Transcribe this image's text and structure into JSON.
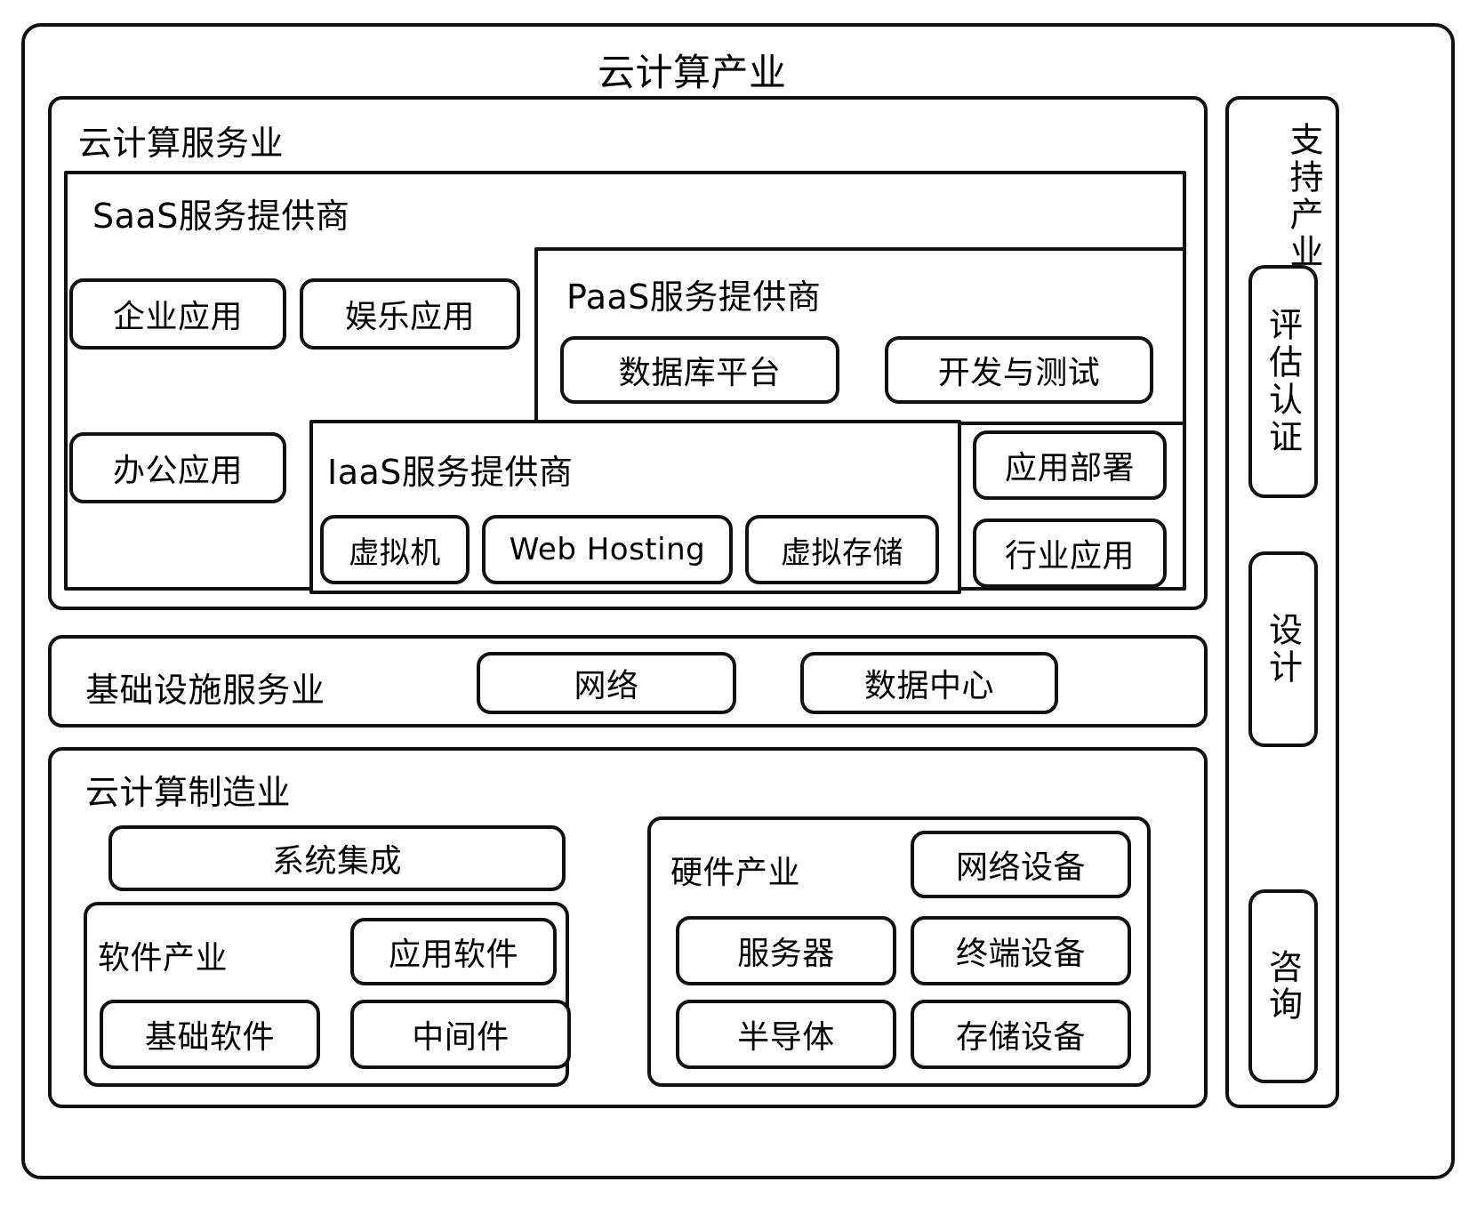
{
  "diagram": {
    "title": "云计算产业",
    "root_label": "云计算产业"
  },
  "service_industry": {
    "label": "云计算服务业",
    "saas": {
      "label": "SaaS服务提供商",
      "items": [
        "企业应用",
        "娱乐应用",
        "办公应用"
      ]
    },
    "paas": {
      "label": "PaaS服务提供商",
      "items": [
        "数据库平台",
        "开发与测试"
      ]
    },
    "iaas": {
      "label": "IaaS服务提供商",
      "items": [
        "虚拟机",
        "Web Hosting",
        "虚拟存储"
      ]
    },
    "right_items": [
      "应用部署",
      "行业应用"
    ]
  },
  "infrastructure": {
    "label": "基础设施服务业",
    "items": [
      "网络",
      "数据中心"
    ]
  },
  "manufacturing": {
    "label": "云计算制造业",
    "system_integration": "系统集成",
    "software": {
      "label": "软件产业",
      "items": [
        "应用软件",
        "基础软件",
        "中间件"
      ]
    },
    "hardware": {
      "label": "硬件产业",
      "items": [
        "网络设备",
        "服务器",
        "终端设备",
        "半导体",
        "存储设备"
      ]
    }
  },
  "support_industry": {
    "label": "支持产业",
    "items": [
      "评估认证",
      "设计",
      "咨询"
    ]
  },
  "chart_data": {
    "type": "table",
    "title": "云计算产业",
    "hierarchy": [
      {
        "name": "云计算服务业",
        "children": [
          {
            "name": "SaaS服务提供商",
            "children": [
              "企业应用",
              "娱乐应用",
              "办公应用"
            ]
          },
          {
            "name": "PaaS服务提供商",
            "children": [
              "数据库平台",
              "开发与测试",
              "应用部署",
              "行业应用"
            ]
          },
          {
            "name": "IaaS服务提供商",
            "children": [
              "虚拟机",
              "Web Hosting",
              "虚拟存储"
            ]
          }
        ]
      },
      {
        "name": "基础设施服务业",
        "children": [
          "网络",
          "数据中心"
        ]
      },
      {
        "name": "云计算制造业",
        "children": [
          {
            "name": "系统集成",
            "children": []
          },
          {
            "name": "软件产业",
            "children": [
              "应用软件",
              "基础软件",
              "中间件"
            ]
          },
          {
            "name": "硬件产业",
            "children": [
              "网络设备",
              "服务器",
              "终端设备",
              "半导体",
              "存储设备"
            ]
          }
        ]
      },
      {
        "name": "支持产业",
        "children": [
          "评估认证",
          "设计",
          "咨询"
        ]
      }
    ]
  }
}
